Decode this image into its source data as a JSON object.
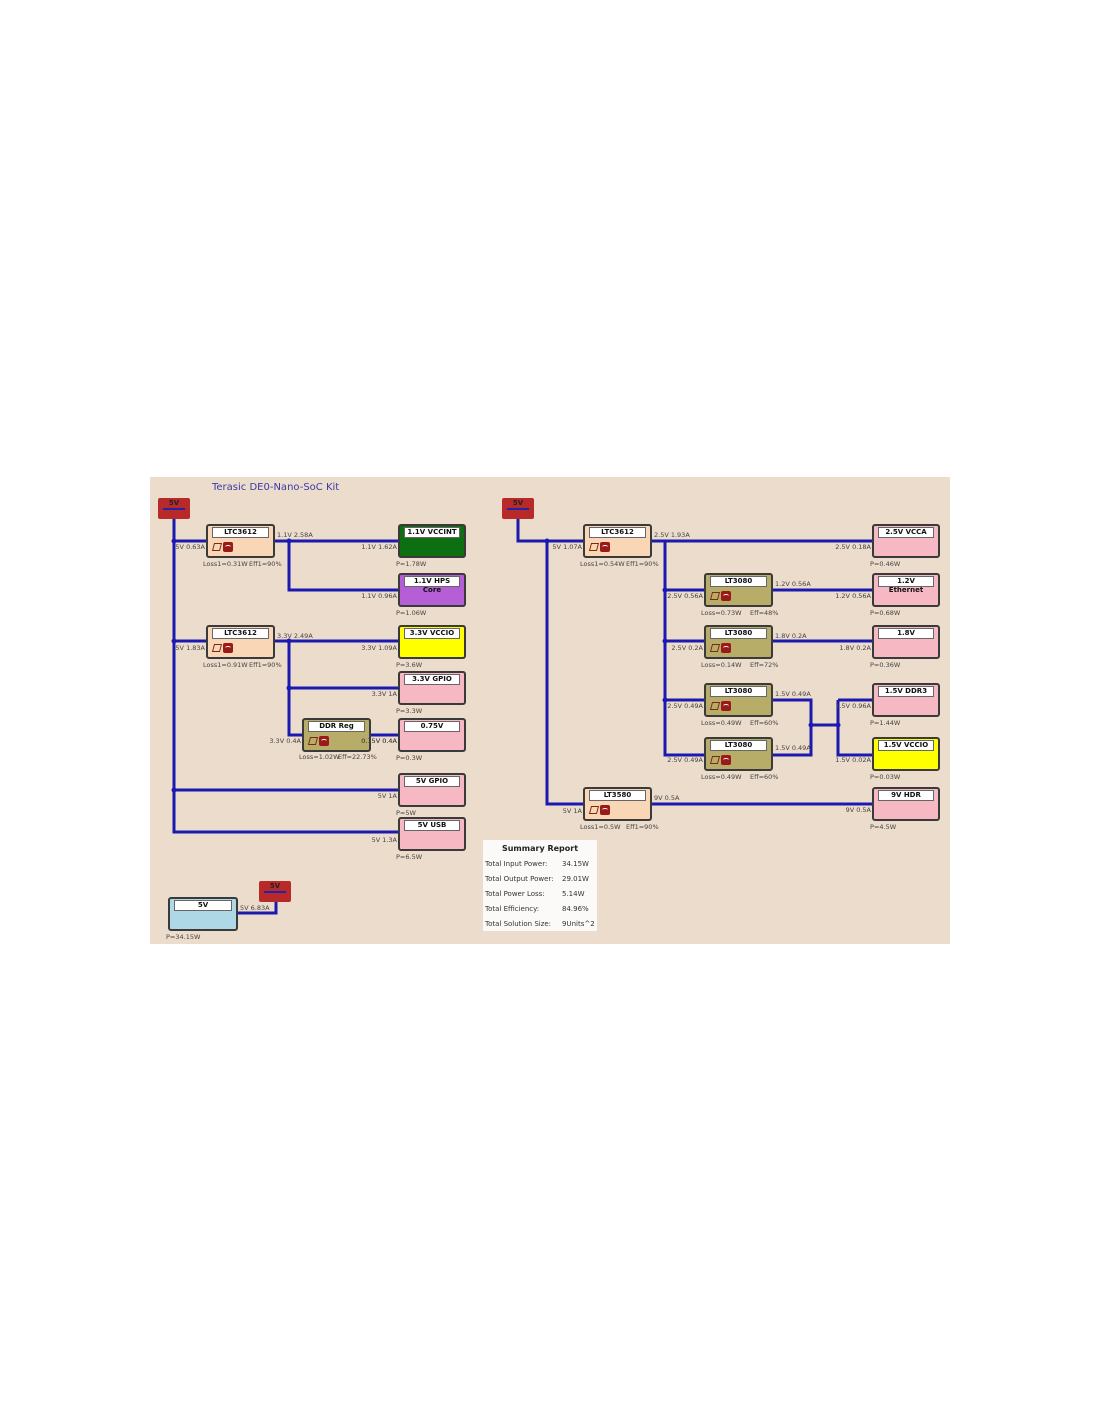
{
  "title": "Terasic DE0-Nano-SoC Kit",
  "colors": {
    "wire": "#1a1ab0",
    "background": "#ecdccb",
    "regulator": "#f9d6b6",
    "ldo": "#b7ad68",
    "load": "#f6b8c2",
    "vccint": "#0d6e12",
    "hps": "#b65ed6",
    "yellow": "#ffff00",
    "source": "#aed8e6"
  },
  "sources": {
    "left": "5V",
    "right": "5V",
    "bottom": "5V"
  },
  "input_supply": {
    "name": "5V",
    "out": "5V 6.83A",
    "power": "P=34.15W"
  },
  "left": {
    "reg1": {
      "name": "LTC3612",
      "in": "5V 0.63A",
      "out": "1.1V 2.58A",
      "loss": "Loss1=0.31W",
      "eff": "Eff1=90%"
    },
    "reg2": {
      "name": "LTC3612",
      "in": "5V 1.83A",
      "out": "3.3V 2.49A",
      "loss": "Loss1=0.91W",
      "eff": "Eff1=90%"
    },
    "ddr": {
      "name": "DDR Reg",
      "in": "3.3V 0.4A",
      "out": "0.75V 0.4A",
      "loss": "Loss=1.02W",
      "eff": "Eff=22.73%"
    },
    "loads": [
      {
        "name": "1.1V VCCINT",
        "in": "1.1V 1.62A",
        "power": "P=1.78W"
      },
      {
        "name": "1.1V HPS Core",
        "in": "1.1V 0.96A",
        "power": "P=1.06W"
      },
      {
        "name": "3.3V VCCIO",
        "in": "3.3V 1.09A",
        "power": "P=3.6W"
      },
      {
        "name": "3.3V GPIO",
        "in": "3.3V 1A",
        "power": "P=3.3W"
      },
      {
        "name": "0.75V",
        "in": "0.75V 0.4A",
        "power": "P=0.3W"
      },
      {
        "name": "5V GPIO",
        "in": "5V 1A",
        "power": "P=5W"
      },
      {
        "name": "5V USB",
        "in": "5V 1.3A",
        "power": "P=6.5W"
      }
    ]
  },
  "right": {
    "reg1": {
      "name": "LTC3612",
      "in": "5V 1.07A",
      "out": "2.5V 1.93A",
      "loss": "Loss1=0.54W",
      "eff": "Eff1=90%"
    },
    "ldos": [
      {
        "name": "LT3080",
        "in": "2.5V 0.56A",
        "out": "1.2V 0.56A",
        "loss": "Loss=0.73W",
        "eff": "Eff=48%"
      },
      {
        "name": "LT3080",
        "in": "2.5V 0.2A",
        "out": "1.8V 0.2A",
        "loss": "Loss=0.14W",
        "eff": "Eff=72%"
      },
      {
        "name": "LT3080",
        "in": "2.5V 0.49A",
        "out": "1.5V 0.49A",
        "loss": "Loss=0.49W",
        "eff": "Eff=60%"
      },
      {
        "name": "LT3080",
        "in": "2.5V 0.49A",
        "out": "1.5V 0.49A",
        "loss": "Loss=0.49W",
        "eff": "Eff=60%"
      }
    ],
    "reg2": {
      "name": "LT3580",
      "in": "5V 1A",
      "out": "9V 0.5A",
      "loss": "Loss1=0.5W",
      "eff": "Eff1=90%"
    },
    "loads": [
      {
        "name": "2.5V VCCA",
        "in": "2.5V 0.18A",
        "power": "P=0.46W"
      },
      {
        "name": "1.2V Ethernet",
        "in": "1.2V 0.56A",
        "power": "P=0.68W"
      },
      {
        "name": "1.8V",
        "in": "1.8V 0.2A",
        "power": "P=0.36W"
      },
      {
        "name": "1.5V DDR3",
        "in": "1.5V 0.96A",
        "power": "P=1.44W"
      },
      {
        "name": "1.5V VCCIO",
        "in": "1.5V 0.02A",
        "power": "P=0.03W"
      },
      {
        "name": "9V HDR",
        "in": "9V 0.5A",
        "power": "P=4.5W"
      }
    ]
  },
  "summary": {
    "title": "Summary Report",
    "rows": [
      {
        "label": "Total Input Power:",
        "value": "34.15W"
      },
      {
        "label": "Total Output Power:",
        "value": "29.01W"
      },
      {
        "label": "Total Power Loss:",
        "value": "5.14W"
      },
      {
        "label": "Total Efficiency:",
        "value": "84.96%"
      },
      {
        "label": "Total Solution Size:",
        "value": "9Units^2"
      }
    ]
  }
}
